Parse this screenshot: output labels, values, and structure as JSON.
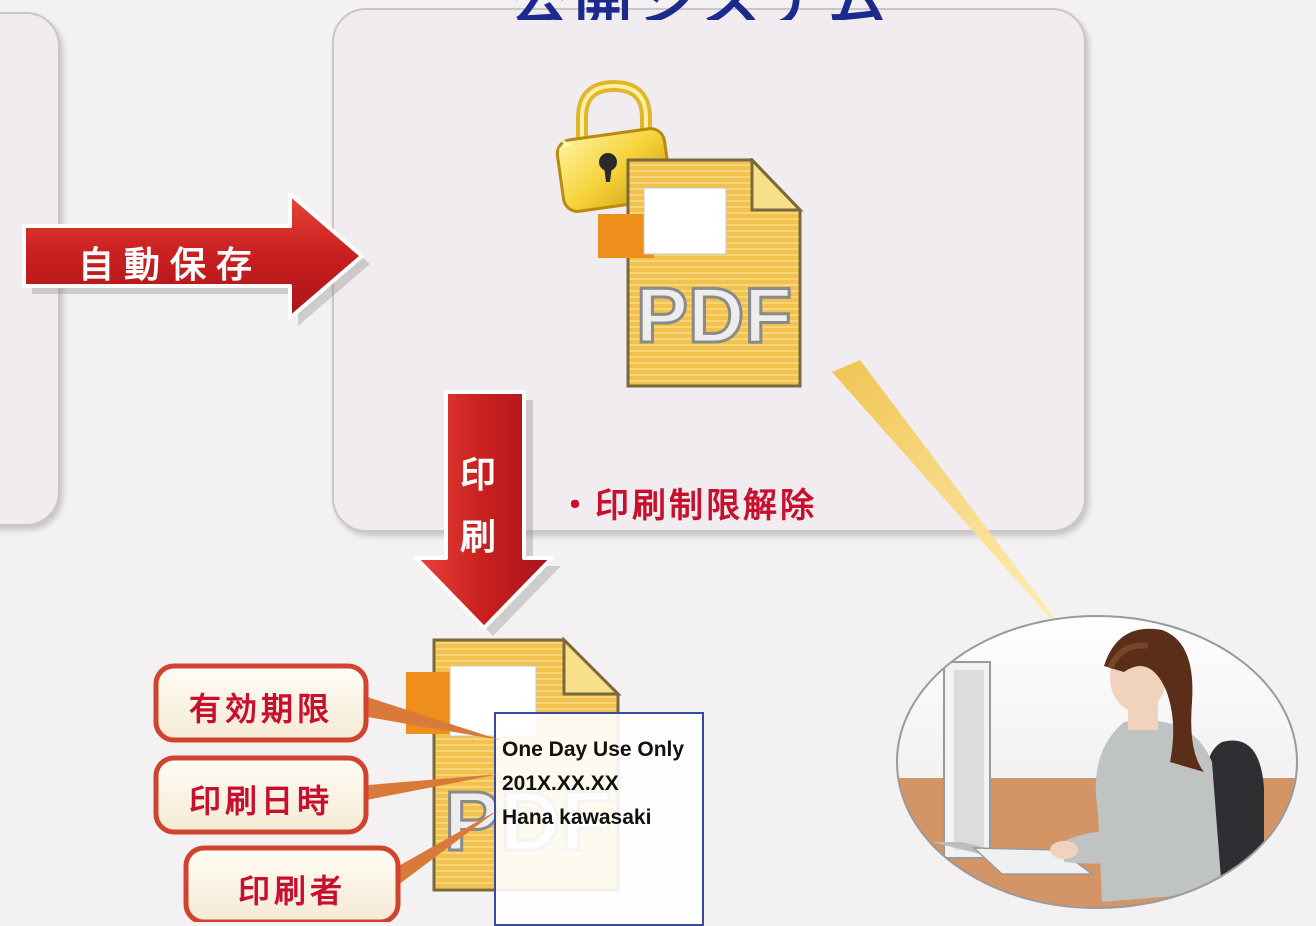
{
  "title": "公開システム",
  "arrows": {
    "auto_save": "自動保存",
    "print_chars": [
      "印",
      "刷"
    ]
  },
  "note": "・印刷制限解除",
  "doc_icon_text": "PDF",
  "callouts": {
    "expiry": "有効期限",
    "print_datetime": "印刷日時",
    "printer": "印刷者"
  },
  "stamp_lines": [
    "One Day Use Only",
    "201X.XX.XX",
    "Hana kawasaki"
  ],
  "bottom_partial_text": "",
  "colors": {
    "title": "#1b2a8c",
    "accent_red": "#c8102e",
    "panel_bg": "#f1ecef",
    "pdf_gold": "#f2c14e",
    "lock_gold": "#f6d23a"
  }
}
